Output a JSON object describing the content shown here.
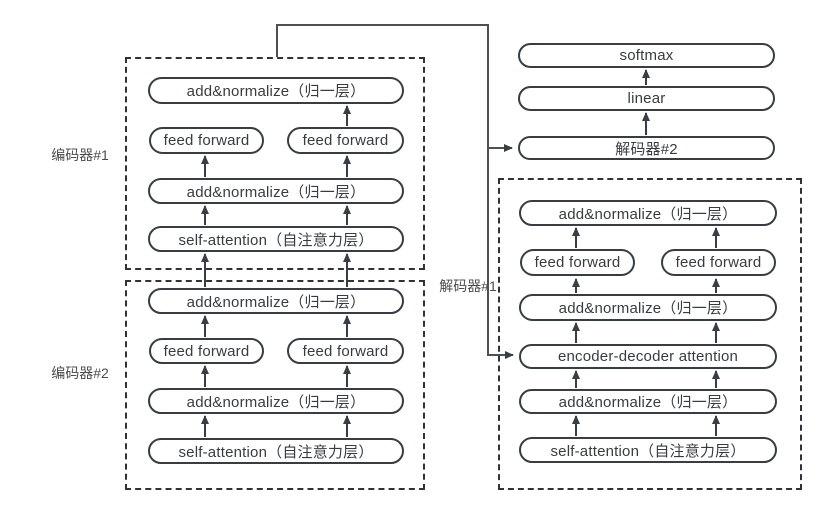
{
  "colors": {
    "background": "#ffffff",
    "box_border": "#383d43",
    "box_fill": "#ffffff",
    "dashed_block_border": "#2e3338",
    "arrow": "#393e44",
    "connector_line": "#4d5156",
    "side_label_text": "#4c4c4c"
  },
  "side_labels": {
    "encoder1": "编码器#1",
    "encoder2": "编码器#2",
    "decoder1": "解码器#1"
  },
  "output_stack": {
    "softmax": "softmax",
    "linear": "linear",
    "decoder2": "解码器#2"
  },
  "encoder1": {
    "addnorm_top": "add&normalize（归一层）",
    "ff_left": "feed forward",
    "ff_right": "feed forward",
    "addnorm_mid": "add&normalize（归一层）",
    "self_attention": "self-attention（自注意力层）"
  },
  "encoder2": {
    "addnorm_top": "add&normalize（归一层）",
    "ff_left": "feed forward",
    "ff_right": "feed forward",
    "addnorm_mid": "add&normalize（归一层）",
    "self_attention": "self-attention（自注意力层）"
  },
  "decoder1": {
    "addnorm_top": "add&normalize（归一层）",
    "ff_left": "feed forward",
    "ff_right": "feed forward",
    "addnorm_mid": "add&normalize（归一层）",
    "enc_dec_attention": "encoder-decoder attention",
    "addnorm_bottom": "add&normalize（归一层）",
    "self_attention": "self-attention（自注意力层）"
  }
}
